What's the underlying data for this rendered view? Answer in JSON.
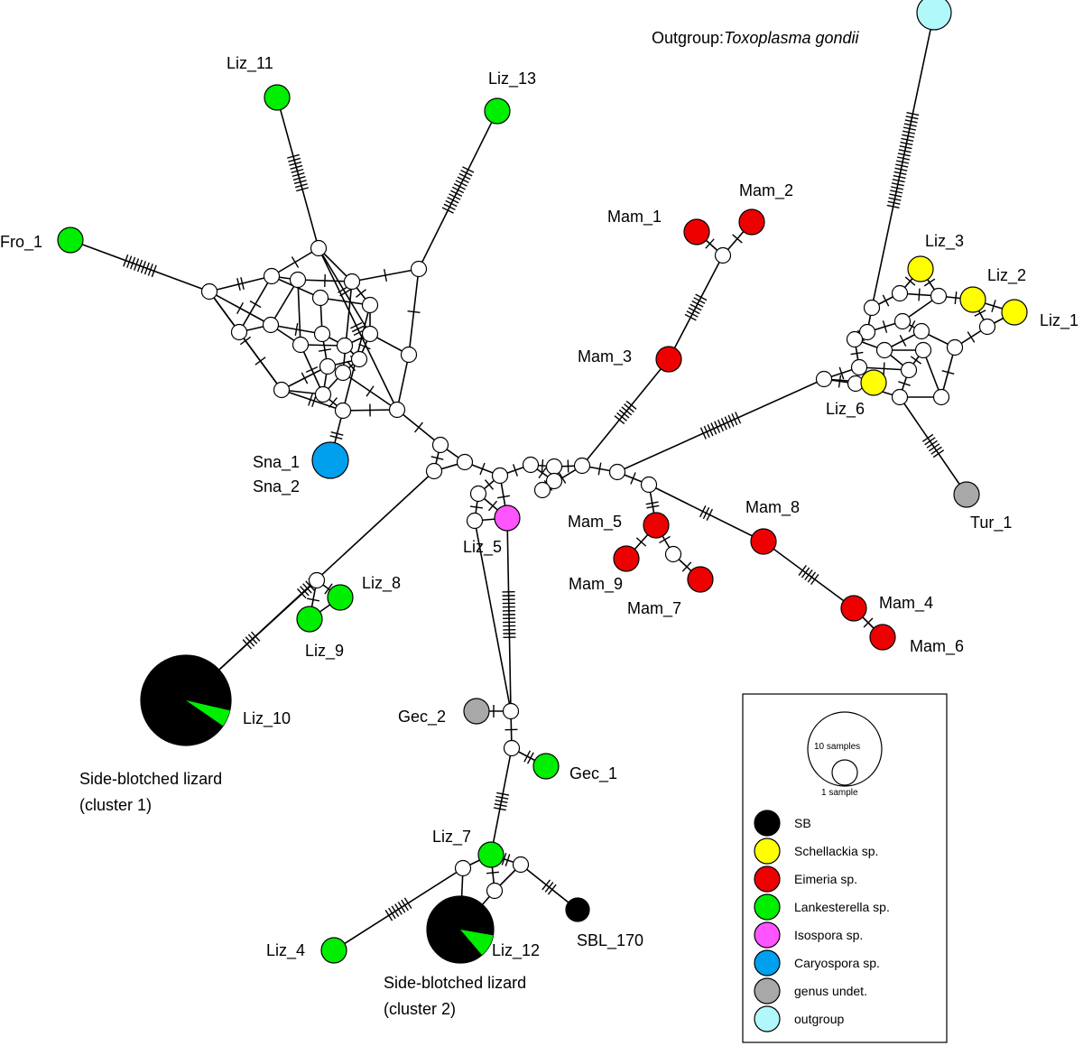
{
  "colors": {
    "sb": "#000000",
    "schellackia": "#ffff00",
    "eimeria": "#ee0000",
    "lankesterella": "#00ee00",
    "isospora": "#ff55ff",
    "caryospora": "#00a0ee",
    "undet": "#a8a8a8",
    "outgroup": "#b0f8fa",
    "median": "#ffffff"
  },
  "labels": {
    "outgroup_prefix": "Outgroup:",
    "outgroup_species": "Toxoplasma gondii",
    "liz_11": "Liz_11",
    "liz_13": "Liz_13",
    "fro_1": "Fro_1",
    "mam_1": "Mam_1",
    "mam_2": "Mam_2",
    "mam_3": "Mam_3",
    "liz_3": "Liz_3",
    "liz_2": "Liz_2",
    "liz_1": "Liz_1",
    "liz_6": "Liz_6",
    "sna_1": "Sna_1",
    "sna_2": "Sna_2",
    "tur_1": "Tur_1",
    "liz_5": "Liz_5",
    "mam_5": "Mam_5",
    "mam_8": "Mam_8",
    "mam_9": "Mam_9",
    "mam_7": "Mam_7",
    "mam_4": "Mam_4",
    "mam_6": "Mam_6",
    "liz_8": "Liz_8",
    "liz_9": "Liz_9",
    "liz_10": "Liz_10",
    "sb_cluster1_line1": "Side-blotched lizard",
    "sb_cluster1_line2": "(cluster 1)",
    "gec_2": "Gec_2",
    "gec_1": "Gec_1",
    "liz_7": "Liz_7",
    "liz_4": "Liz_4",
    "liz_12": "Liz_12",
    "sbl_170": "SBL_170",
    "sb_cluster2_line1": "Side-blotched lizard",
    "sb_cluster2_line2": "(cluster 2)"
  },
  "legend": {
    "size_large": "10 samples",
    "size_small": "1 sample",
    "items": [
      {
        "label": "SB",
        "color": "#000000"
      },
      {
        "label": "Schellackia sp.",
        "color": "#ffff00"
      },
      {
        "label": "Eimeria sp.",
        "color": "#ee0000"
      },
      {
        "label": "Lankesterella sp.",
        "color": "#00ee00"
      },
      {
        "label": "Isospora sp.",
        "color": "#ff55ff"
      },
      {
        "label": "Caryospora sp.",
        "color": "#00a0ee"
      },
      {
        "label": "genus undet.",
        "color": "#a8a8a8"
      },
      {
        "label": "outgroup",
        "color": "#b0f8fa"
      }
    ]
  }
}
